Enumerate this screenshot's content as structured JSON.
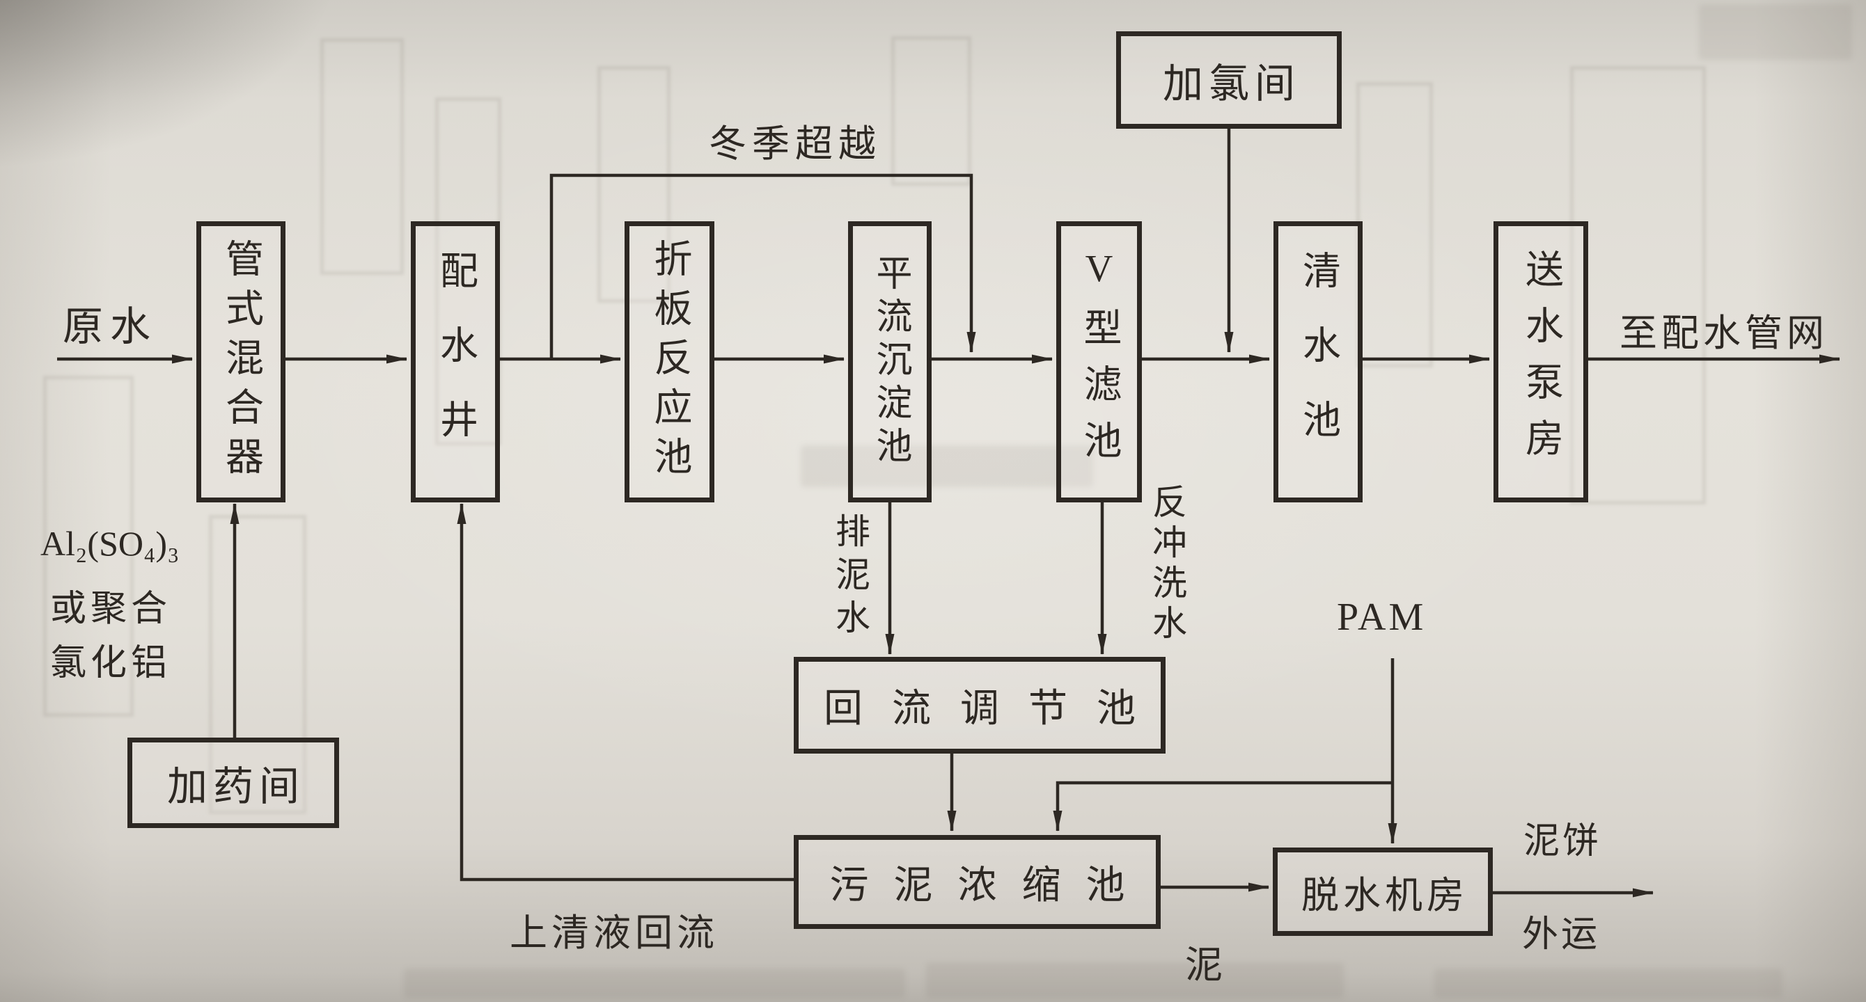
{
  "process_boxes": {
    "pipe_mixer": {
      "label": "管式混合器"
    },
    "distribution_well": {
      "label": "配水井"
    },
    "baffled_reactor": {
      "label": "折板反应池"
    },
    "sedimentation": {
      "label": "平流沉淀池"
    },
    "v_filter": {
      "label": "V型滤池"
    },
    "clear_water_tank": {
      "label": "清水池"
    },
    "pump_house": {
      "label": "送水泵房"
    },
    "chlorination_room": {
      "label": "加氯间"
    },
    "dosing_room": {
      "label": "加药间"
    },
    "return_regulation_tank": {
      "label": "回流调节池"
    },
    "sludge_thickener": {
      "label": "污泥浓缩池"
    },
    "dewatering_house": {
      "label": "脱水机房"
    }
  },
  "annotations": {
    "raw_water": "原水",
    "winter_bypass": "冬季超越",
    "coagulant_formula": "Al₂(SO₄)₃",
    "coagulant_or": "或聚合",
    "coagulant_pac": "氯化铝",
    "sludge_drain_water": "排泥水",
    "backwash_water": "反冲洗水",
    "pam": "PAM",
    "to_network": "至配水管网",
    "supernatant_return": "上清液回流",
    "sludge": "泥",
    "sludge_cake": "泥饼",
    "transport_out": "外运"
  },
  "colors": {
    "ink": "#2d2823",
    "paper": "#e3e0d9"
  }
}
